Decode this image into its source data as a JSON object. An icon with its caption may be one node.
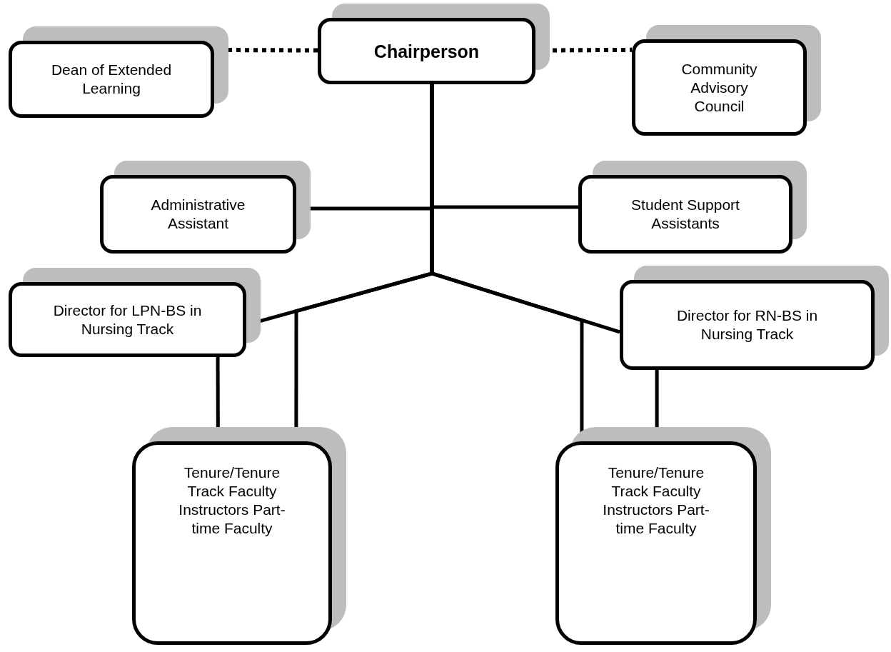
{
  "diagram": {
    "nodes": [
      {
        "text": [
          "Chairperson"
        ]
      },
      {
        "text": [
          "Dean of Extended Learning"
        ]
      },
      {
        "text": [
          "Community Advisory Council"
        ]
      },
      {
        "text": [
          "Administrative Assistant"
        ]
      },
      {
        "text": [
          "Student Support Assistants"
        ]
      },
      {
        "text": [
          "Director for LPN-BS in Nursing Track"
        ]
      },
      {
        "text": [
          "Director for RN-BS in Nursing Track"
        ]
      },
      {
        "text": [
          "Tenure/Tenure Track Faculty Instructors Part-time Faculty"
        ]
      },
      {
        "text": [
          "Tenure/Tenure Track Faculty Instructors Part-time Faculty"
        ]
      }
    ],
    "edges": [
      {
        "from": 0,
        "to": 1,
        "arrow": "none",
        "style": "dashed"
      },
      {
        "from": 0,
        "to": 2,
        "arrow": "none",
        "style": "dashed"
      },
      {
        "from": 0,
        "to": 3,
        "arrow": "none"
      },
      {
        "from": 0,
        "to": 4,
        "arrow": "none"
      },
      {
        "from": 0,
        "to": 5,
        "arrow": "none"
      },
      {
        "from": 0,
        "to": 6,
        "arrow": "none"
      },
      {
        "from": 5,
        "to": 7,
        "arrow": "none"
      },
      {
        "from": 0,
        "to": 7,
        "arrow": "none"
      },
      {
        "from": 6,
        "to": 8,
        "arrow": "none"
      },
      {
        "from": 0,
        "to": 8,
        "arrow": "none"
      }
    ]
  }
}
